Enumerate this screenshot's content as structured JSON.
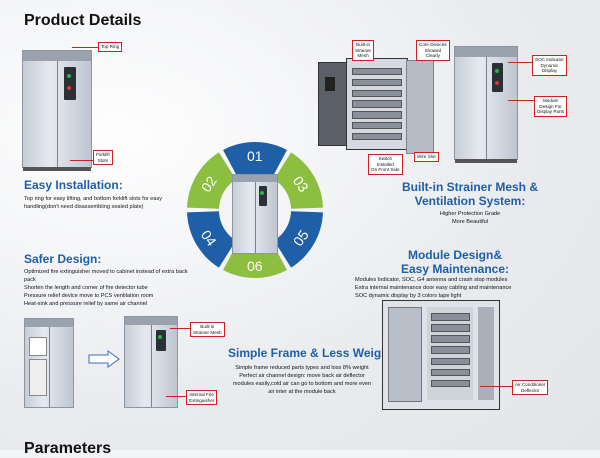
{
  "page": {
    "title": "Product Details",
    "bottom_title": "Parameters"
  },
  "callouts": {
    "top_ring": "Top Ring",
    "forklift": "Forklift\nSlots",
    "built_in_strainer_top": "Built-in\nStrainer\nMesh",
    "core_devices": "Core Devices\nShowed\nClearly",
    "soc_indicator": "SOC Indicator\nDynamic\nDisplay",
    "module_design": "Module\nDesign For\nDisplay Parts",
    "switch_installed": "Switch\nInstalled\nOn Front Side",
    "wire_slot": "Wire Slot",
    "built_in_strainer_bottom": "Built-in\nStrainer Mesh",
    "internal_fire": "Internal Fire\nExtinguisher",
    "air_conditioner": "Air Conditioner\nDeflector"
  },
  "wheel": {
    "numbers": [
      "01",
      "02",
      "03",
      "04",
      "05",
      "06"
    ]
  },
  "sections": {
    "easy": {
      "heading": "Easy Installation:",
      "body": "Top ring for easy lifting, and bottom forklift slots for easy handling(don't need disassembling sealed plate)"
    },
    "strainer": {
      "heading": "Built-in Strainer Mesh &\nVentilation System:",
      "body": "Higher Protection Grade\nMore Beautiful"
    },
    "safer": {
      "heading": "Safer Design:",
      "body": "Optimized fire extinguisher moved to cabinet instead of extra back pack\nShorten the length and corner of fire detector tube\nPressure relief device move to PCS ventilation room\nHeat-sink and pressure relief by same air channel"
    },
    "module": {
      "heading": "Module Design&\nEasy Maintenance:",
      "body": "Modules Indicator, SOC, G4 antenna and crash stop modules\nExtra internal maintenance door easy cabling and maintenance\nSOC dynamic display by 3 colors tape light"
    },
    "frame": {
      "heading": "Simple Frame & Less Weight:",
      "body": "Simple frame reduced parts types and loss 8% weight\nPerfect air channel design: move back air deflector\nmodules easily,cold air can go to bottom and more even\nair inter at the module back"
    }
  },
  "colors": {
    "blue": "#1f5fa8",
    "green": "#8cbf3f",
    "accent_red": "#cc2222"
  }
}
